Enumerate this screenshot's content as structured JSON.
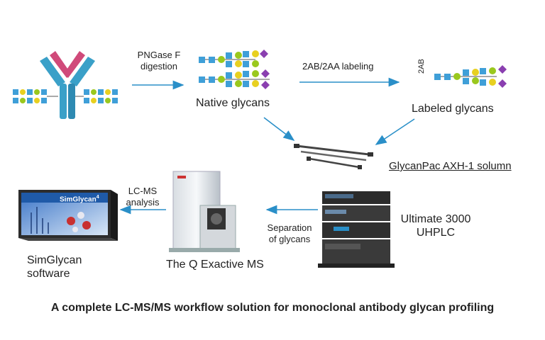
{
  "labels": {
    "pngase_line1": "PNGase F",
    "pngase_line2": "digestion",
    "native_glycans": "Native glycans",
    "labeling": "2AB/2AA labeling",
    "tag_2ab": "2AB",
    "labeled_glycans": "Labeled glycans",
    "column": "GlycanPac AXH-1 solumn",
    "lcms_line1": "LC-MS",
    "lcms_line2": "analysis",
    "separation_line1": "Separation",
    "separation_line2": "of glycans",
    "uhplc_line1": "Ultimate 3000",
    "uhplc_line2": "UHPLC",
    "ms_name": "The Q Exactive MS",
    "software_line1": "SimGlycan",
    "software_line2": "software",
    "software_screen_title": "SimGlycan",
    "software_screen_version": "4",
    "caption": "A complete LC-MS/MS workflow solution for monoclonal antibody glycan profiling"
  },
  "colors": {
    "arrow": "#2a8fc8",
    "antibody_heavy": "#3aa0c8",
    "antibody_light": "#d04a7a",
    "glcnac_square": "#3f9fd8",
    "mannose_circle": "#9ac81e",
    "sialic_diamond": "#8a3fb0",
    "fucose": "#e03030"
  }
}
